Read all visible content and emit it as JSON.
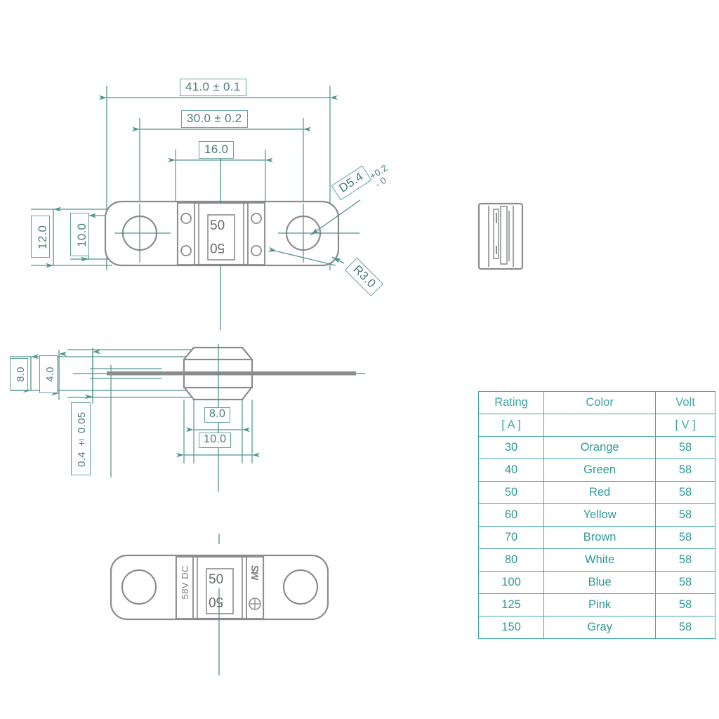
{
  "drawing": {
    "title": "ANL / MIDI bolt-down fuse outline drawing",
    "colors": {
      "dimension_line": "#4d9490",
      "dimension_text": "#4c7d7b",
      "part_outline": "#8b8d8d",
      "table_line": "#3fa6a2",
      "table_text": "#2f9a96",
      "background": "#ffffff"
    }
  },
  "top_view": {
    "name": "top-view",
    "dimensions": {
      "overall_length": "41.0 ± 0.1",
      "hole_centers": "30.0 ± 0.2",
      "body_width": "16.0",
      "tab_width": "12.0",
      "blade_width": "10.0",
      "hole_diameter": "D5.4",
      "hole_tol_upper": "+0.2",
      "hole_tol_lower": "- 0",
      "corner_radius": "R3.0"
    },
    "body_marking_top": "50",
    "body_marking_bottom": "50"
  },
  "end_view": {
    "name": "end-view"
  },
  "side_view": {
    "name": "side-view",
    "dimensions": {
      "overall_height": "8.0",
      "blade_offset": "4.0",
      "blade_thickness": "0.4 ± 0.05",
      "body_upper_width": "8.0",
      "body_lower_width": "10.0"
    }
  },
  "bottom_view": {
    "name": "bottom-view",
    "voltage_marking": "58V DC",
    "body_marking_top": "50",
    "body_marking_bottom": "50",
    "brand_logo": "MS",
    "cert_mark": "certification-symbol"
  },
  "spec_table": {
    "headers_row1": [
      "Rating",
      "Color",
      "Volt"
    ],
    "headers_row2": [
      "[ A ]",
      "",
      "[ V ]"
    ],
    "rows": [
      {
        "rating": "30",
        "color": "Orange",
        "volt": "58"
      },
      {
        "rating": "40",
        "color": "Green",
        "volt": "58"
      },
      {
        "rating": "50",
        "color": "Red",
        "volt": "58"
      },
      {
        "rating": "60",
        "color": "Yellow",
        "volt": "58"
      },
      {
        "rating": "70",
        "color": "Brown",
        "volt": "58"
      },
      {
        "rating": "80",
        "color": "White",
        "volt": "58"
      },
      {
        "rating": "100",
        "color": "Blue",
        "volt": "58"
      },
      {
        "rating": "125",
        "color": "Pink",
        "volt": "58"
      },
      {
        "rating": "150",
        "color": "Gray",
        "volt": "58"
      }
    ]
  }
}
